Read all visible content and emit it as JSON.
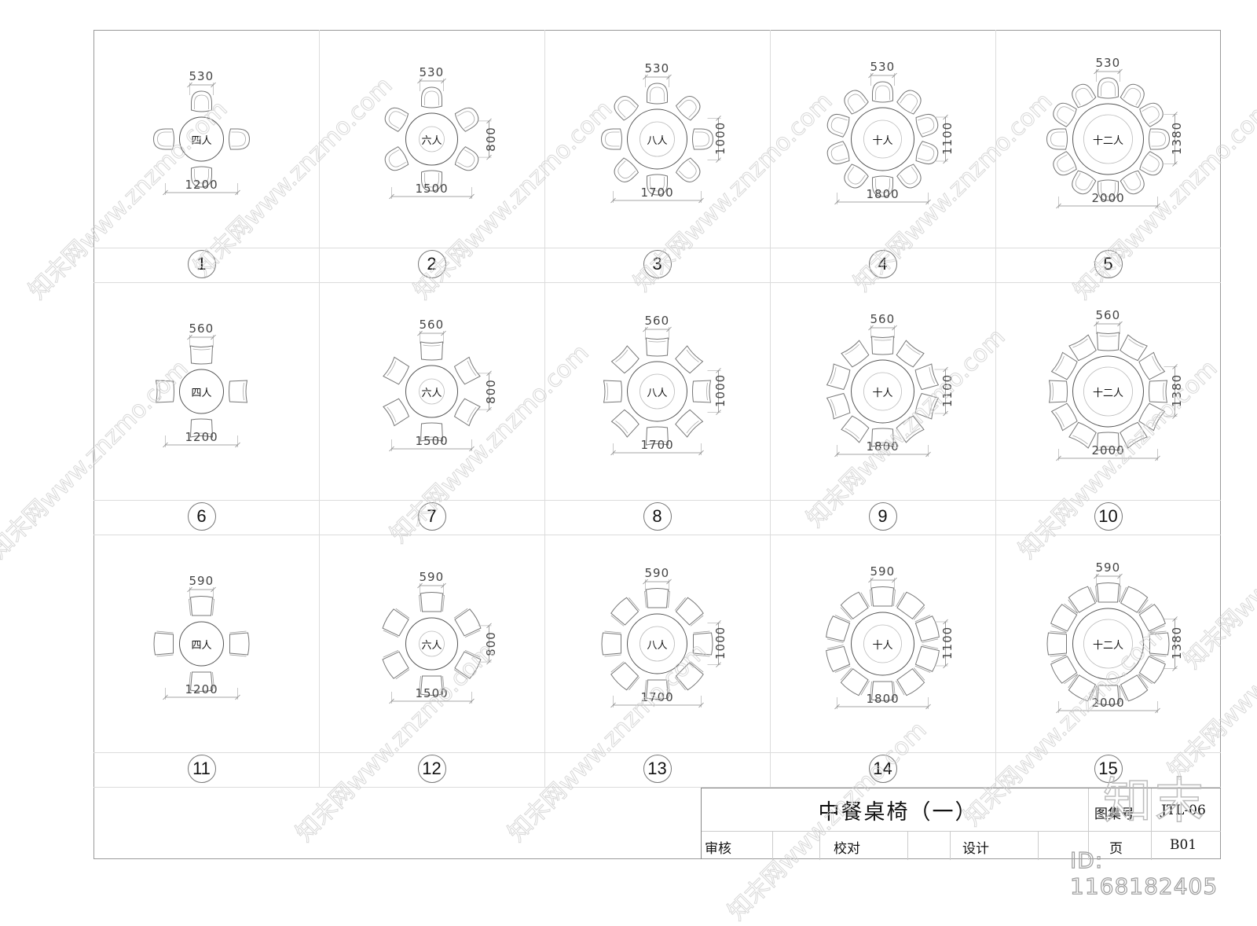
{
  "drawing": {
    "title": "中餐桌椅（一）",
    "title_block": {
      "atlas_no_label": "图集号",
      "atlas_no_value": "JTL-06",
      "page_label": "页",
      "page_value": "B01",
      "review_label": "审核",
      "proofread_label": "校对",
      "design_label": "设计"
    }
  },
  "tables": [
    {
      "id": "1",
      "seats": 4,
      "seat_label": "四人",
      "chair_width": "530",
      "table_diameter": "1200",
      "inner_dim": "",
      "chair_style": "round"
    },
    {
      "id": "2",
      "seats": 6,
      "seat_label": "六人",
      "chair_width": "530",
      "table_diameter": "1500",
      "inner_dim": "800",
      "chair_style": "round"
    },
    {
      "id": "3",
      "seats": 8,
      "seat_label": "八人",
      "chair_width": "530",
      "table_diameter": "1700",
      "inner_dim": "1000",
      "chair_style": "round"
    },
    {
      "id": "4",
      "seats": 10,
      "seat_label": "十人",
      "chair_width": "530",
      "table_diameter": "1800",
      "inner_dim": "1100",
      "chair_style": "round"
    },
    {
      "id": "5",
      "seats": 12,
      "seat_label": "十二人",
      "chair_width": "530",
      "table_diameter": "2000",
      "inner_dim": "1380",
      "chair_style": "round"
    },
    {
      "id": "6",
      "seats": 4,
      "seat_label": "四人",
      "chair_width": "560",
      "table_diameter": "1200",
      "inner_dim": "",
      "chair_style": "square"
    },
    {
      "id": "7",
      "seats": 6,
      "seat_label": "六人",
      "chair_width": "560",
      "table_diameter": "1500",
      "inner_dim": "800",
      "chair_style": "square"
    },
    {
      "id": "8",
      "seats": 8,
      "seat_label": "八人",
      "chair_width": "560",
      "table_diameter": "1700",
      "inner_dim": "1000",
      "chair_style": "square"
    },
    {
      "id": "9",
      "seats": 10,
      "seat_label": "十人",
      "chair_width": "560",
      "table_diameter": "1800",
      "inner_dim": "1100",
      "chair_style": "square"
    },
    {
      "id": "10",
      "seats": 12,
      "seat_label": "十二人",
      "chair_width": "560",
      "table_diameter": "2000",
      "inner_dim": "1380",
      "chair_style": "square"
    },
    {
      "id": "11",
      "seats": 4,
      "seat_label": "四人",
      "chair_width": "590",
      "table_diameter": "1200",
      "inner_dim": "",
      "chair_style": "armchair"
    },
    {
      "id": "12",
      "seats": 6,
      "seat_label": "六人",
      "chair_width": "590",
      "table_diameter": "1500",
      "inner_dim": "800",
      "chair_style": "armchair"
    },
    {
      "id": "13",
      "seats": 8,
      "seat_label": "八人",
      "chair_width": "590",
      "table_diameter": "1700",
      "inner_dim": "1000",
      "chair_style": "armchair"
    },
    {
      "id": "14",
      "seats": 10,
      "seat_label": "十人",
      "chair_width": "590",
      "table_diameter": "1800",
      "inner_dim": "1100",
      "chair_style": "armchair"
    },
    {
      "id": "15",
      "seats": 12,
      "seat_label": "十二人",
      "chair_width": "590",
      "table_diameter": "2000",
      "inner_dim": "1380",
      "chair_style": "armchair"
    }
  ],
  "watermark": {
    "text": "知末网www.znzmo.com",
    "brand": "知末",
    "id_text": "ID: 1168182405"
  }
}
